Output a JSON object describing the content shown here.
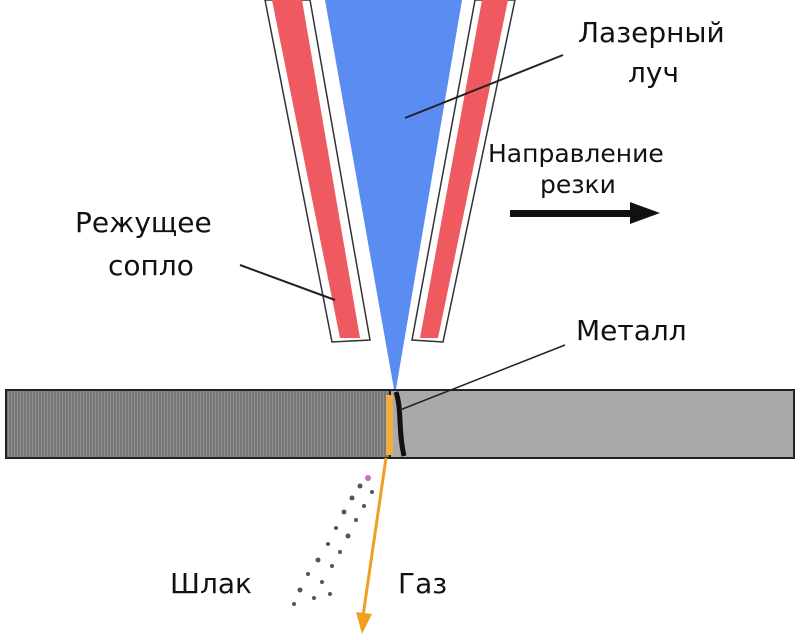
{
  "labels": {
    "laser_line1": "Лазерный",
    "laser_line2": "луч",
    "direction_line1": "Направление",
    "direction_line2": "резки",
    "nozzle_line1": "Режущее",
    "nozzle_line2": "сопло",
    "metal": "Металл",
    "slag": "Шлак",
    "gas": "Газ"
  },
  "colors": {
    "laser_beam": "#5b8cf2",
    "nozzle": "#ee5a5f",
    "metal_cut": "#909090",
    "metal_uncut": "#a9a9a9",
    "gas_arrow": "#f0a020",
    "arrow": "#111111"
  }
}
